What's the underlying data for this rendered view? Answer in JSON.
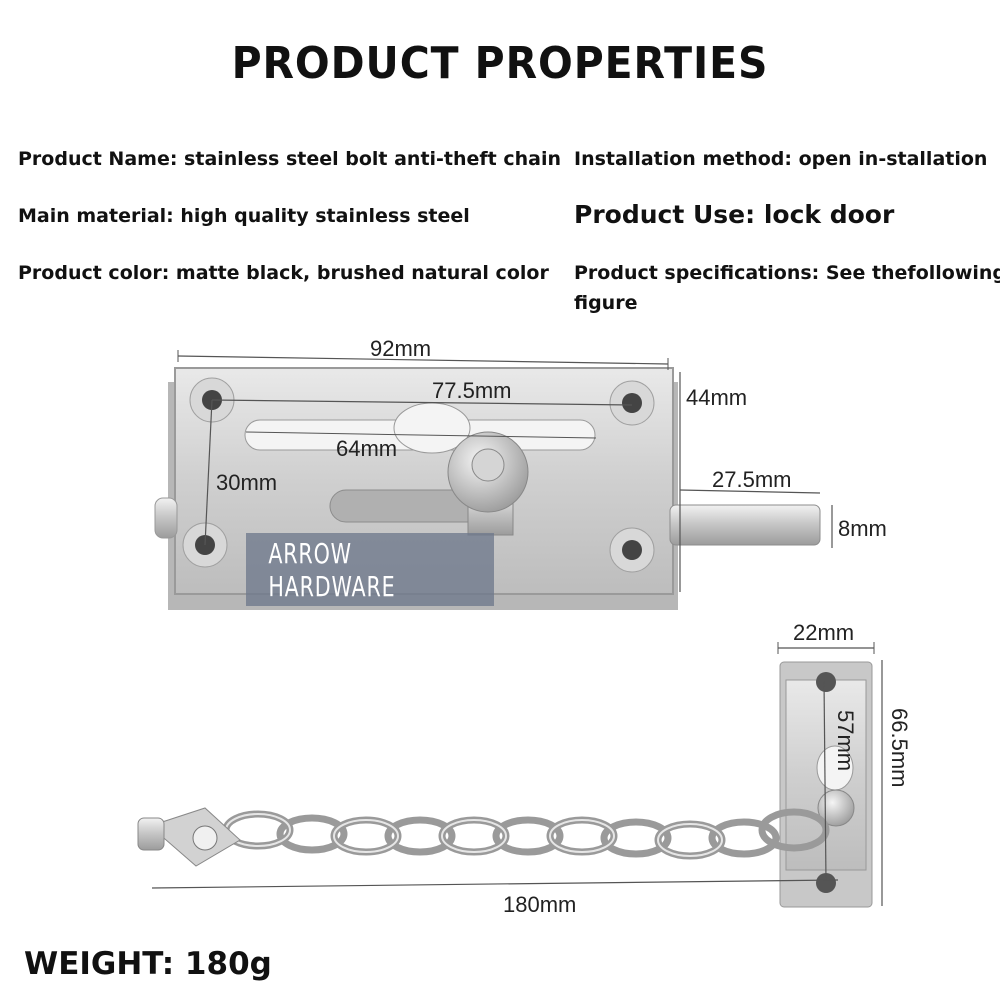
{
  "title": "PRODUCT PROPERTIES",
  "properties": {
    "name": "Product Name: stainless steel bolt anti-theft chain",
    "install": "Installation method: open in-stallation",
    "material": "Main material: high quality stainless steel",
    "use": "Product Use: lock door",
    "color": "Product color: matte black, brushed natural color",
    "spec_line1": "Product specifications: See thefollowing",
    "spec_line2": "figure"
  },
  "bolt_dimensions": {
    "length": "92mm",
    "hole_spacing": "77.5mm",
    "height": "44mm",
    "slot": "64mm",
    "vertical_holes": "30mm",
    "bolt_extension": "27.5mm",
    "bolt_diameter": "8mm"
  },
  "chain_dimensions": {
    "plate_width": "22mm",
    "inner_height": "57mm",
    "plate_height": "66.5mm",
    "chain_length": "180mm"
  },
  "watermark": "ARROW HARDWARE",
  "weight": "WEIGHT: 180g"
}
